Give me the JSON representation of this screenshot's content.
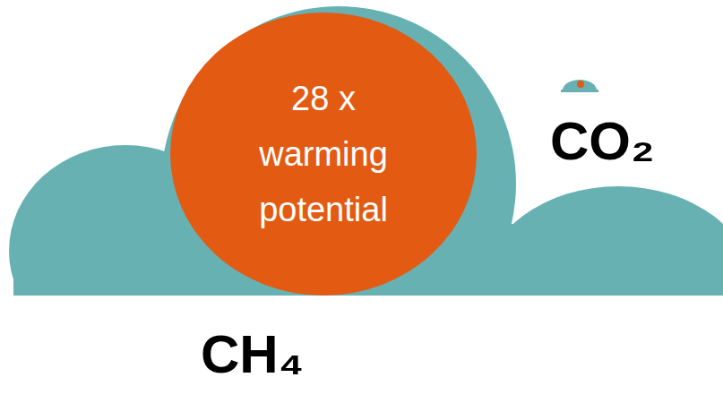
{
  "diagram": {
    "nodes": [
      {
        "text": [
          "28 x warming potential"
        ]
      }
    ],
    "labels": [
      "CO₂",
      "CH₄"
    ]
  }
}
